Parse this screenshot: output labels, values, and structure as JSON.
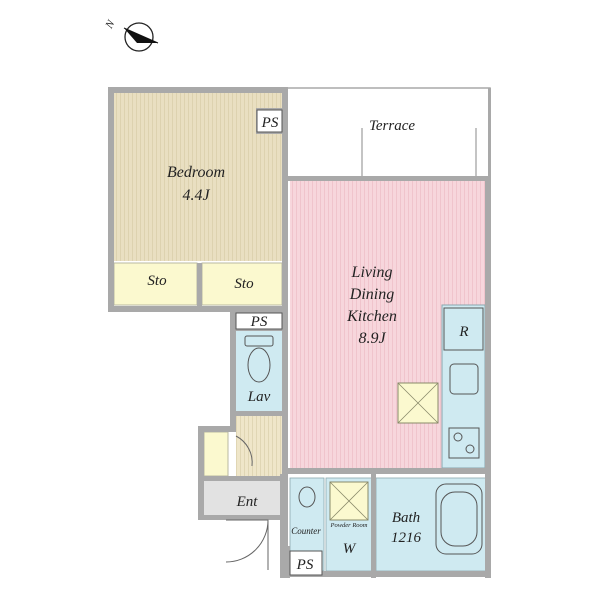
{
  "compass": {
    "north_label": "N"
  },
  "rooms": {
    "bedroom": {
      "name": "Bedroom",
      "size": "4.4J"
    },
    "storage_left": {
      "name": "Sto"
    },
    "storage_right": {
      "name": "Sto"
    },
    "terrace": {
      "name": "Terrace"
    },
    "ldk": {
      "line1": "Living",
      "line2": "Dining",
      "line3": "Kitchen",
      "size": "8.9J"
    },
    "refrigerator": {
      "name": "R"
    },
    "lavatory": {
      "name": "Lav"
    },
    "entrance": {
      "name": "Ent"
    },
    "counter": {
      "name": "Counter"
    },
    "powder_room": {
      "name": "Powder Room"
    },
    "washer": {
      "name": "W"
    },
    "bath": {
      "name": "Bath",
      "size": "1216"
    },
    "pipe_spaces": [
      "PS",
      "PS",
      "PS"
    ]
  },
  "colors": {
    "bedroom": "#e9dfc1",
    "storage": "#fbf9cf",
    "ldk": "#f7d6dc",
    "wet_area": "#cfeaf1",
    "entrance": "#e2e2e2",
    "wall": "#a9a9a9"
  }
}
